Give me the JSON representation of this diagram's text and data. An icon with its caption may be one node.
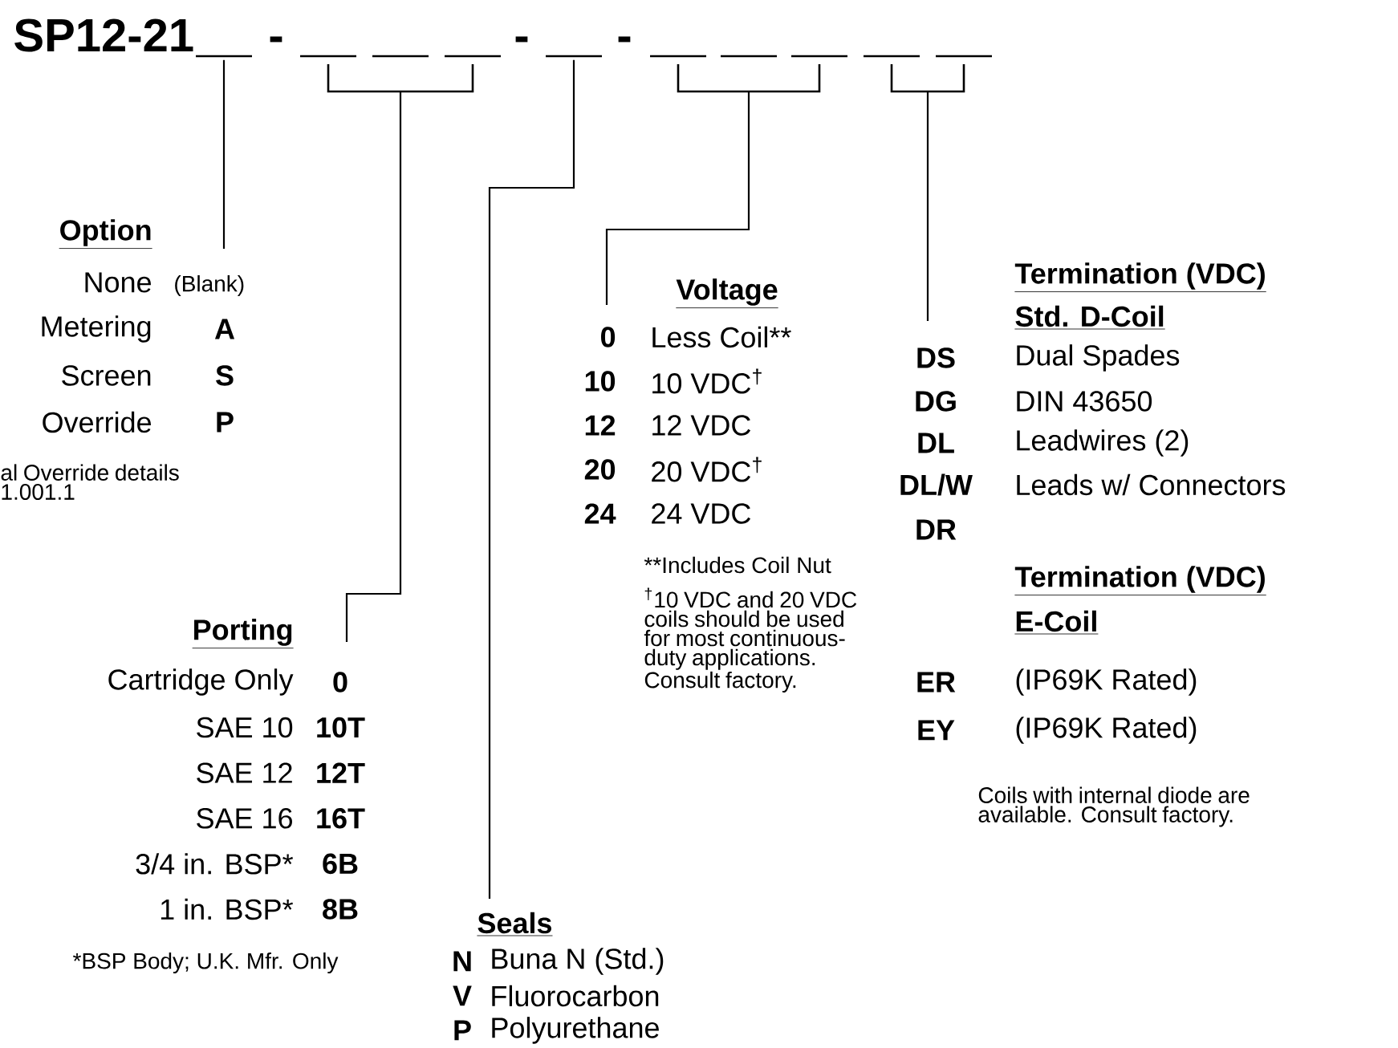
{
  "diagram": {
    "title": "SP12-21",
    "nodes": [
      {
        "text": [],
        "shape": "bar"
      },
      {
        "text": [],
        "shape": "bar"
      },
      {
        "text": [],
        "shape": "bar"
      },
      {
        "text": [],
        "shape": "bar"
      },
      {
        "text": [],
        "shape": "bar"
      },
      {
        "text": [
          "Option",
          "None",
          "(Blank)",
          "Metering",
          "A",
          "Screen",
          "S",
          "Override",
          "P"
        ],
        "beside": [
          "al Override details 1.001.1"
        ]
      },
      {
        "text": [
          "Porting",
          "Cartridge Only",
          "0",
          "SAE 10",
          "10T",
          "SAE 12",
          "12T",
          "SAE 16",
          "16T",
          "3/4 in. BSP*",
          "6B",
          "1 in. BSP*",
          "8B"
        ],
        "beside": [
          "*BSP Body; U.K. Mfr. Only"
        ]
      },
      {
        "text": [
          "Seals",
          "N",
          "Buna N (Std.)",
          "V",
          "Fluorocarbon",
          "P",
          "Polyurethane"
        ]
      },
      {
        "text": [
          "Voltage",
          "0",
          "Less Coil**",
          "10",
          "10 VDC$^{†}$",
          "12",
          "12 VDC",
          "20",
          "20 VDC$^{†}$",
          "24",
          "24 VDC"
        ],
        "beside": [
          "**Includes Coil Nut",
          "$^{†}$10 VDC and 20 VDC coils should be used for most continuous-duty applications. Consult factory."
        ]
      },
      {
        "text": [
          "Termination (VDC)",
          "Std. D-Coil",
          "DS",
          "Dual Spades",
          "DG",
          "DIN 43650",
          "DL",
          "Leadwires (2)",
          "DL/W",
          "Leads w/ Connectors",
          "DR",
          "Termination (VDC)",
          "E-Coil",
          "ER",
          "(IP69K Rated)",
          "EY",
          "(IP69K Rated)"
        ],
        "beside": [
          "Coils with internal diode are available. Consult factory."
        ]
      }
    ],
    "edges": [
      {
        "from": 0,
        "to": 5,
        "arrow": "none"
      },
      {
        "from": 1,
        "to": 6,
        "arrow": "none"
      },
      {
        "from": 2,
        "to": 7,
        "arrow": "none"
      },
      {
        "from": 3,
        "to": 8,
        "arrow": "none"
      },
      {
        "from": 4,
        "to": 9,
        "arrow": "none"
      }
    ],
    "labels": [
      "-",
      "-",
      "-"
    ]
  }
}
